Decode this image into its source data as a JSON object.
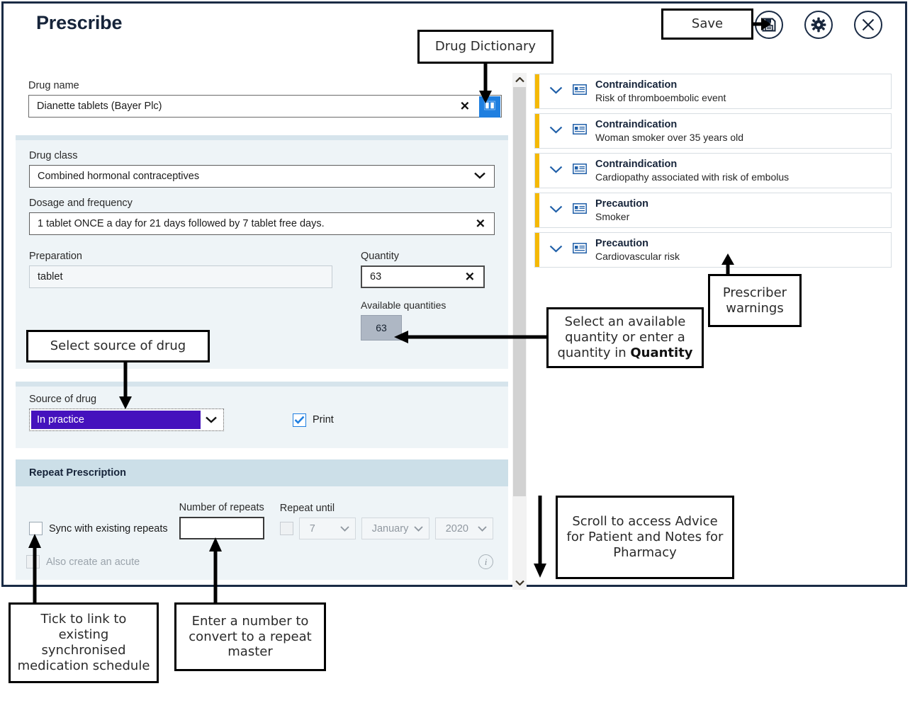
{
  "window": {
    "title": "Prescribe"
  },
  "toolbar": {
    "save_icon": "save-floppy-icon",
    "settings_icon": "gear-icon",
    "close_icon": "close-x-icon"
  },
  "form": {
    "drug_name": {
      "label": "Drug name",
      "value": "Dianette tablets (Bayer Plc)",
      "clear_glyph": "✕",
      "dictionary_icon": "book-icon"
    },
    "drug_class": {
      "label": "Drug class",
      "value": "Combined hormonal contraceptives"
    },
    "dosage": {
      "label": "Dosage and frequency",
      "value": "1 tablet ONCE a day for 21 days followed by 7 tablet free days.",
      "clear_glyph": "✕"
    },
    "preparation": {
      "label": "Preparation",
      "value": "tablet"
    },
    "quantity": {
      "label": "Quantity",
      "value": "63",
      "clear_glyph": "✕"
    },
    "available_quantities": {
      "label": "Available quantities",
      "values": [
        "63"
      ]
    },
    "source_of_drug": {
      "label": "Source of drug",
      "value": "In practice",
      "highlight_color": "#4512bd"
    },
    "print": {
      "label": "Print",
      "checked": true
    }
  },
  "repeat": {
    "section_title": "Repeat Prescription",
    "sync": {
      "label": "Sync with existing repeats",
      "checked": false
    },
    "number_of_repeats": {
      "label": "Number of repeats",
      "value": ""
    },
    "repeat_until": {
      "label": "Repeat until",
      "checked": false,
      "day": "7",
      "month": "January",
      "year": "2020"
    },
    "also_acute": {
      "label": "Also create an acute",
      "checked": false,
      "info_glyph": "i"
    }
  },
  "warnings": {
    "accent_color": "#f5b905",
    "items": [
      {
        "type": "Contraindication",
        "detail": "Risk of thromboembolic event"
      },
      {
        "type": "Contraindication",
        "detail": "Woman smoker over 35 years old"
      },
      {
        "type": "Contraindication",
        "detail": "Cardiopathy associated with risk of embolus"
      },
      {
        "type": "Precaution",
        "detail": "Smoker"
      },
      {
        "type": "Precaution",
        "detail": "Cardiovascular risk"
      }
    ]
  },
  "annotations": {
    "drug_dictionary": "Drug Dictionary",
    "select_source": "Select source of drug",
    "prescriber_warnings": "Prescriber\nwarnings",
    "select_quantity_pre": "Select an available quantity or enter a quantity in ",
    "select_quantity_bold": "Quantity",
    "scroll_note": "Scroll to access Advice for Patient and Notes for Pharmacy",
    "tick_sync": "Tick to link to existing synchronised medication schedule",
    "enter_number": "Enter a number to convert to a repeat master",
    "save_note": "Save"
  }
}
